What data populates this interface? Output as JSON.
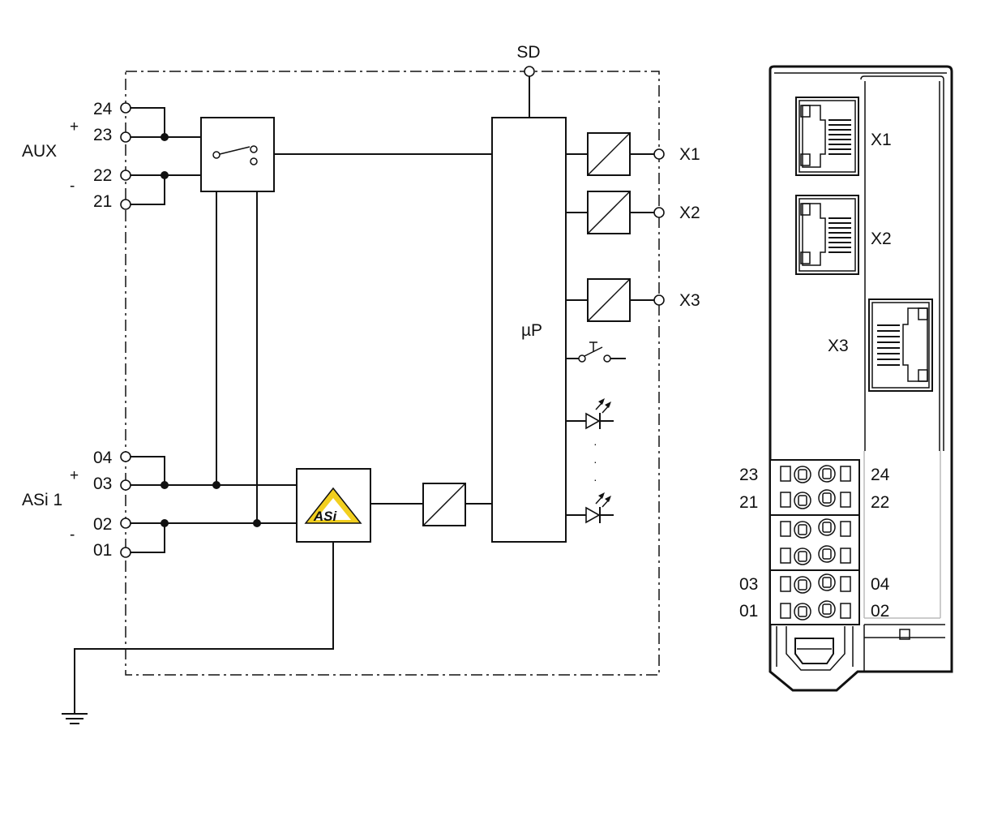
{
  "schematic": {
    "sd_label": "SD",
    "aux": {
      "label": "AUX",
      "plus": "+",
      "minus": "-",
      "terminals": [
        "24",
        "23",
        "22",
        "21"
      ]
    },
    "asi": {
      "label": "ASi 1",
      "plus": "+",
      "minus": "-",
      "terminals": [
        "04",
        "03",
        "02",
        "01"
      ]
    },
    "processor_label": "µP",
    "asi_logo_text": "ASi",
    "ports": [
      "X1",
      "X2",
      "X3"
    ],
    "led_ellipsis": "·"
  },
  "device": {
    "ports": [
      "X1",
      "X2",
      "X3"
    ],
    "terminal_rows": [
      {
        "left": "23",
        "right": "24"
      },
      {
        "left": "21",
        "right": "22"
      },
      {
        "left": "03",
        "right": "04"
      },
      {
        "left": "01",
        "right": "02"
      }
    ]
  },
  "colors": {
    "asi_yellow": "#F2CF1F",
    "line": "#111111"
  }
}
